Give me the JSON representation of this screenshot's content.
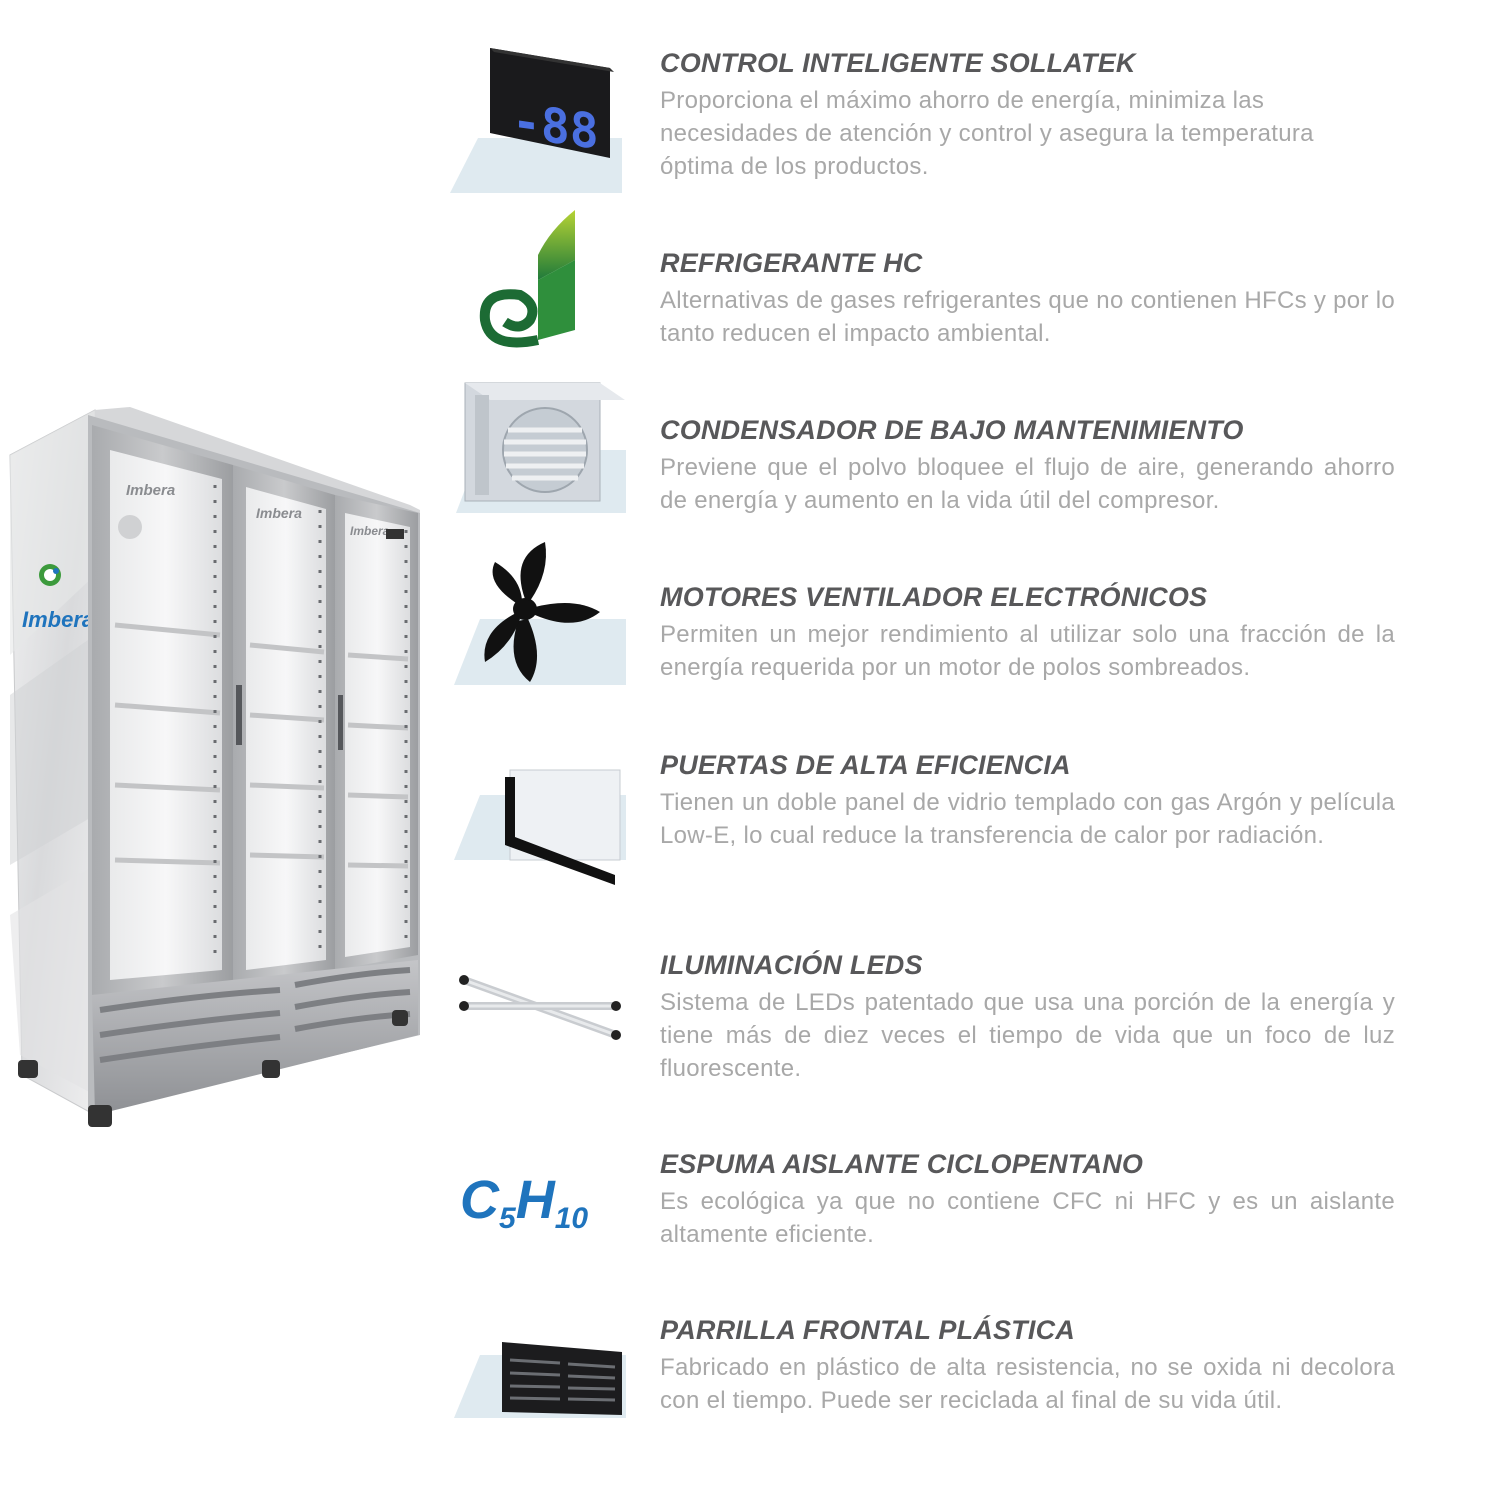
{
  "product": {
    "brand_label": "Imbera",
    "door_brand_label": "Imbera",
    "brand_color": "#1f74bd"
  },
  "features": [
    {
      "icon": "digital-controller-icon",
      "title": "CONTROL INTELIGENTE SOLLATEK",
      "description": "Proporciona el máximo ahorro de energía, minimiza las necesidades de atención y control y asegura la temperatura óptima de los productos.",
      "display_reading": "-88"
    },
    {
      "icon": "green-leaf-icon",
      "title": "REFRIGERANTE HC",
      "description": "Alternativas de gases refrigerantes que no contienen HFCs y por lo tanto reducen el impacto ambiental."
    },
    {
      "icon": "condenser-icon",
      "title": "CONDENSADOR DE BAJO MANTENIMIENTO",
      "description": "Previene que el polvo bloquee el flujo de aire, generando ahorro de energía y aumento en la vida útil del compresor."
    },
    {
      "icon": "fan-blade-icon",
      "title": "MOTORES VENTILADOR ELECTRÓNICOS",
      "description": "Permiten un mejor rendimiento al utilizar solo una fracción de la energía requerida por un motor de polos sombreados."
    },
    {
      "icon": "glass-door-panel-icon",
      "title": "PUERTAS DE ALTA EFICIENCIA",
      "description": "Tienen un doble panel de vidrio templado con gas Argón y película Low-E, lo cual reduce la transferencia de calor por radiación."
    },
    {
      "icon": "led-strip-icon",
      "title": "ILUMINACIÓN LEDS",
      "description": "Sistema de LEDs patentado que usa una porción de la energía y tiene más de diez veces el tiempo de vida que un foco de luz fluorescente."
    },
    {
      "icon": "cyclopentane-formula-icon",
      "title": "ESPUMA AISLANTE CICLOPENTANO",
      "description": "Es ecológica ya que no contiene CFC ni HFC y es un aislante altamente eficiente.",
      "formula": {
        "c": "C",
        "c_sub": "5",
        "h": "H",
        "h_sub": "10"
      }
    },
    {
      "icon": "plastic-grille-icon",
      "title": "PARRILLA FRONTAL PLÁSTICA",
      "description": "Fabricado en plástico de alta resistencia, no se oxida ni decolora con el tiempo. Puede ser reciclada al final de su vida útil."
    }
  ],
  "colors": {
    "title": "#58585a",
    "description": "#a8a8a8",
    "icon_backdrop": "#dfeaf0",
    "formula_blue": "#1f74bd"
  }
}
